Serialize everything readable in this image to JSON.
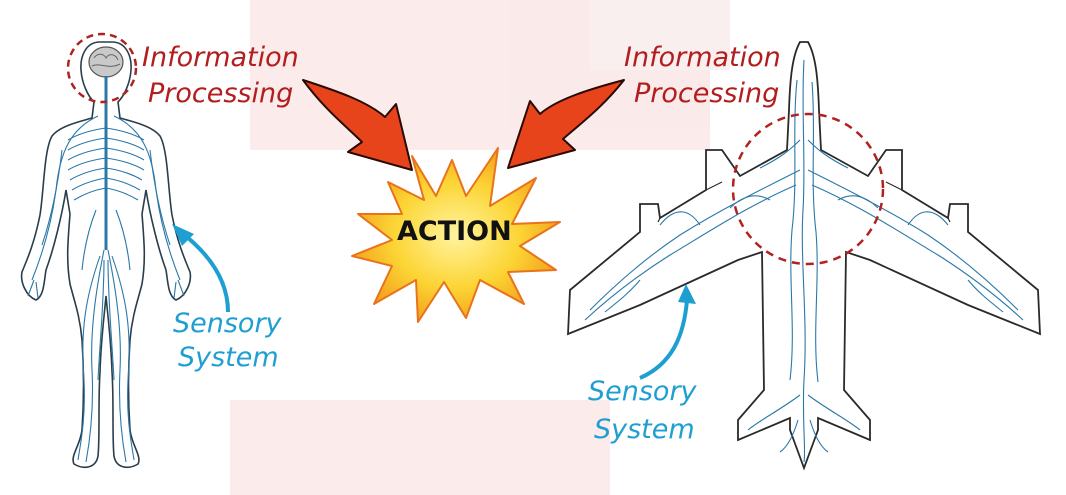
{
  "colors": {
    "info_text": "#b31d1d",
    "sensory_text": "#1f9fd1",
    "nerve": "#2a78a8",
    "circle": "#b02222",
    "burst_outer": "#f3a41a",
    "burst_inner": "#fbd83a",
    "arrow": "#e8441c",
    "arrow_edge": "#2a0a05",
    "pointer": "#1f9fd1"
  },
  "icons": [
    "human-nervous-system-figure",
    "airplane-sensor-network",
    "explosion-burst",
    "curved-arrow"
  ],
  "left": {
    "info_label_1": "Information",
    "info_label_2": "Processing",
    "sensory_label_1": "Sensory",
    "sensory_label_2": "System"
  },
  "center": {
    "action_label": "ACTION"
  },
  "right": {
    "info_label_1": "Information",
    "info_label_2": "Processing",
    "sensory_label_1": "Sensory",
    "sensory_label_2": "System"
  }
}
